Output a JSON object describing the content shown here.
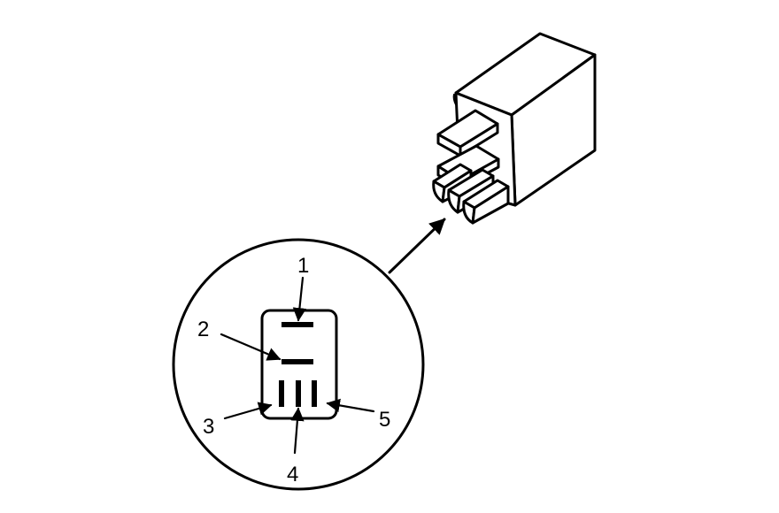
{
  "diagram": {
    "labels": [
      "1",
      "2",
      "3",
      "4",
      "5"
    ],
    "stroke_color": "#000000",
    "background_color": "#ffffff"
  }
}
